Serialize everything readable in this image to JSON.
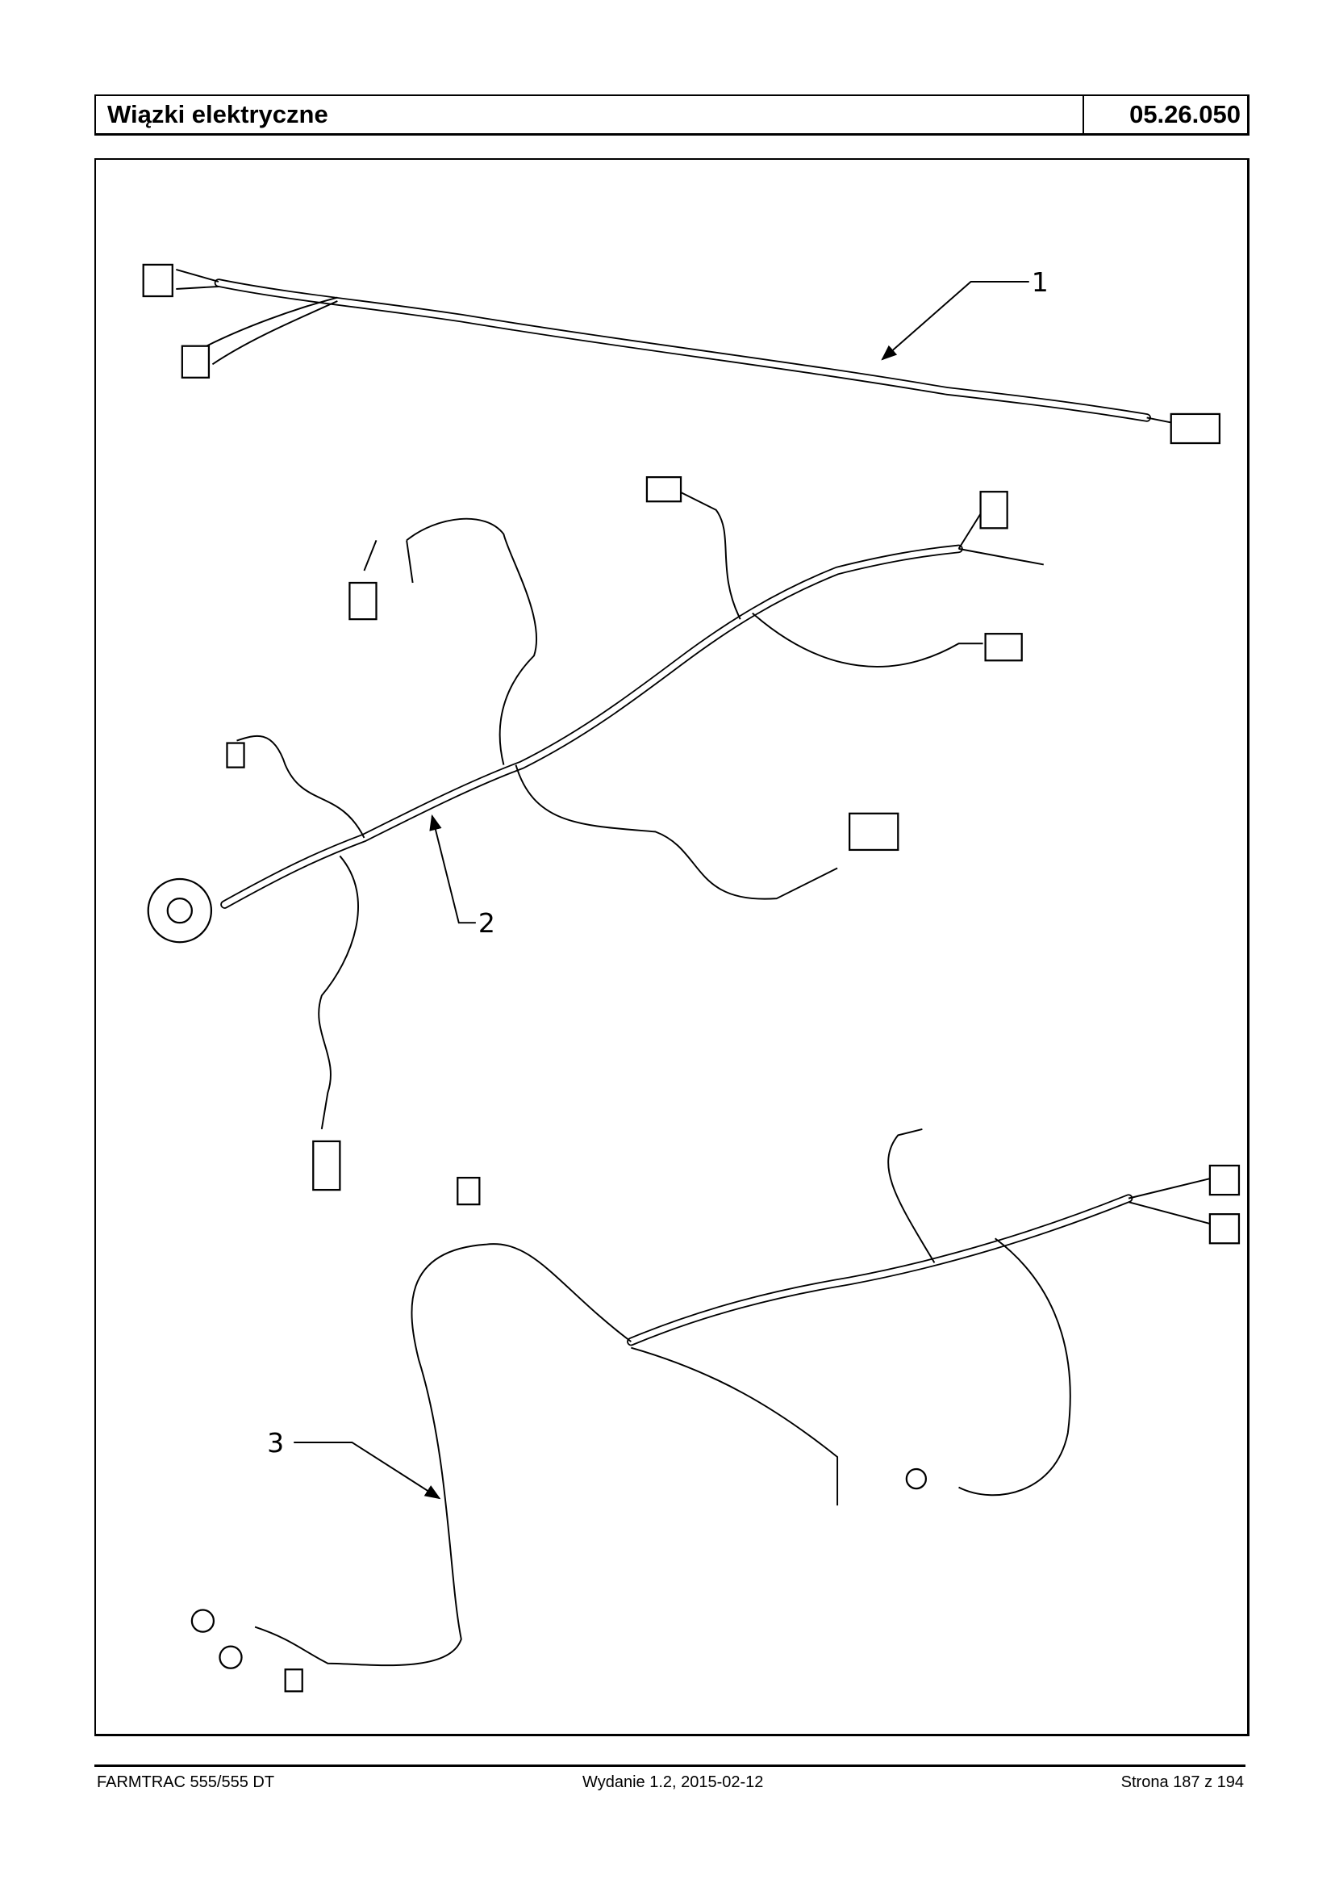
{
  "header": {
    "title": "Wiązki elektryczne",
    "code": "05.26.050"
  },
  "diagram": {
    "callouts": [
      "1",
      "2",
      "3"
    ]
  },
  "footer": {
    "left": "FARMTRAC 555/555 DT",
    "center": "Wydanie 1.2,  2015-02-12",
    "right": "Strona 187 z 194"
  }
}
